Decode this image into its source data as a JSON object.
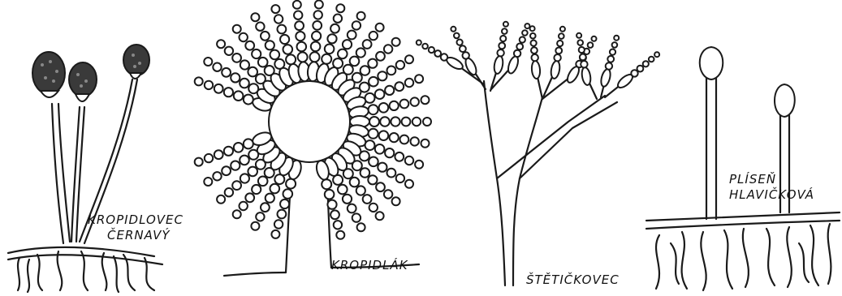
{
  "labels": {
    "kropidlovec_line1": "KROPIDLOVEC",
    "kropidlovec_line2": "ČERNAVÝ",
    "kropidlak": "KROPIDLÁK",
    "stetickovec": "ŠTĚTIČKOVEC",
    "plisen_line1": "PLÍSEŇ",
    "plisen_line2": "HLAVIČKOVÁ"
  }
}
